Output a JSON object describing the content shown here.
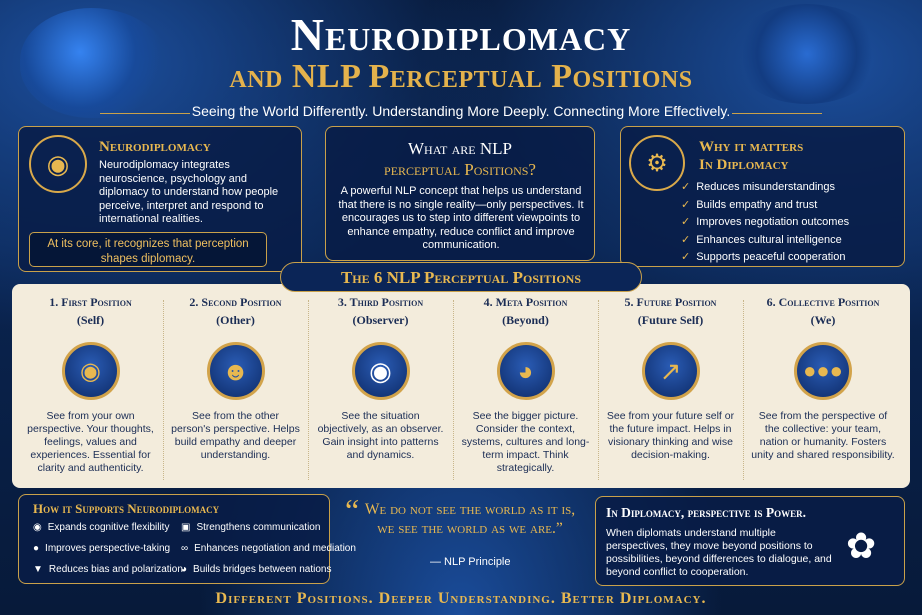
{
  "header": {
    "title_line1": "Neurodiplomacy",
    "title_line2": "and NLP Perceptual Positions",
    "subtitle": "Seeing the World Differently. Understanding More Deeply. Connecting More Effectively."
  },
  "neuro": {
    "title": "Neurodiplomacy",
    "body": "Neurodiplomacy integrates neuroscience, psychology and diplomacy to understand how people perceive, interpret and respond to international realities.",
    "highlight": "At its core, it recognizes that perception shapes diplomacy."
  },
  "what": {
    "title_line1": "What are NLP",
    "title_line2": "perceptual Positions?",
    "body": "A powerful NLP concept that helps us understand that there is no single reality—only perspectives. It encourages us to step into different viewpoints to enhance empathy, reduce conflict and improve communication."
  },
  "why": {
    "title_line1": "Why it matters",
    "title_line2": "In Diplomacy",
    "items": [
      "Reduces misunderstandings",
      "Builds empathy and trust",
      "Improves negotiation outcomes",
      "Enhances cultural intelligence",
      "Supports peaceful cooperation"
    ]
  },
  "six_title": "The 6 NLP Perceptual Positions",
  "positions": [
    {
      "title": "1. First Position",
      "sub": "(Self)",
      "icon": "head-brain-icon",
      "desc": "See from your own perspective. Your thoughts, feelings, values and experiences. Essential for clarity and authenticity."
    },
    {
      "title": "2. Second Position",
      "sub": "(Other)",
      "icon": "person-profile-icon",
      "desc": "See from the other person's perspective. Helps build empathy and deeper understanding."
    },
    {
      "title": "3. Third Position",
      "sub": "(Observer)",
      "icon": "eye-icon",
      "desc": "See the situation objectively, as an observer. Gain insight into patterns and dynamics."
    },
    {
      "title": "4. Meta Position",
      "sub": "(Beyond)",
      "icon": "globe-icon",
      "desc": "See the bigger picture. Consider the context, systems, cultures and long-term impact. Think strategically."
    },
    {
      "title": "5. Future Position",
      "sub": "(Future Self)",
      "icon": "growth-arrow-icon",
      "desc": "See from your future self or the future impact. Helps in visionary thinking and wise decision-making."
    },
    {
      "title": "6. Collective Position",
      "sub": "(We)",
      "icon": "group-icon",
      "desc": "See from the perspective of the collective: your team, nation or humanity. Fosters unity and shared responsibility."
    }
  ],
  "how": {
    "title": "How it Supports Neurodiplomacy",
    "items": [
      {
        "label": "Expands cognitive flexibility",
        "icon": "brain-icon"
      },
      {
        "label": "Strengthens communication",
        "icon": "chat-icon"
      },
      {
        "label": "Improves perspective-taking",
        "icon": "person-icon"
      },
      {
        "label": "Enhances negotiation and mediation",
        "icon": "handshake-icon"
      },
      {
        "label": "Reduces bias and polarization",
        "icon": "shield-icon"
      },
      {
        "label": "Builds bridges between nations",
        "icon": "globe-icon"
      }
    ]
  },
  "quote": {
    "text": "We do not see the world as it is, we see the world as we are.”",
    "source": "— NLP Principle"
  },
  "power": {
    "title": "In Diplomacy, perspective is Power.",
    "body": "When diplomats understand multiple perspectives, they move beyond positions to possibilities, beyond differences to dialogue, and beyond conflict to cooperation."
  },
  "footer": "Different Positions. Deeper Understanding. Better Diplomacy."
}
